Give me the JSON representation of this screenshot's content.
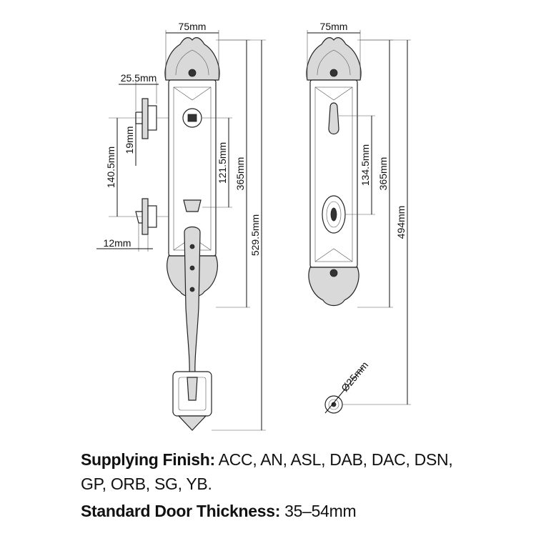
{
  "dimensions": {
    "front_width": "75mm",
    "back_width": "75mm",
    "deadbolt_backset": "25.5mm",
    "deadbolt_projection": "19mm",
    "latch_spacing": "140.5mm",
    "latch_projection": "12mm",
    "front_hole_spacing": "121.5mm",
    "front_plate_height": "365mm",
    "front_total_height": "529.5mm",
    "back_hole_spacing": "134.5mm",
    "back_plate_height": "365mm",
    "back_total_height": "494mm",
    "spindle_diameter": "Ø25mm"
  },
  "spec": {
    "finish_label": "Supplying Finish:",
    "finish_value_line1": " ACC, AN, ASL, DAB, DAC, DSN,",
    "finish_value_line2": "GP, ORB, SG, YB.",
    "thickness_label": "Standard Door Thickness:",
    "thickness_value": " 35–54mm"
  }
}
